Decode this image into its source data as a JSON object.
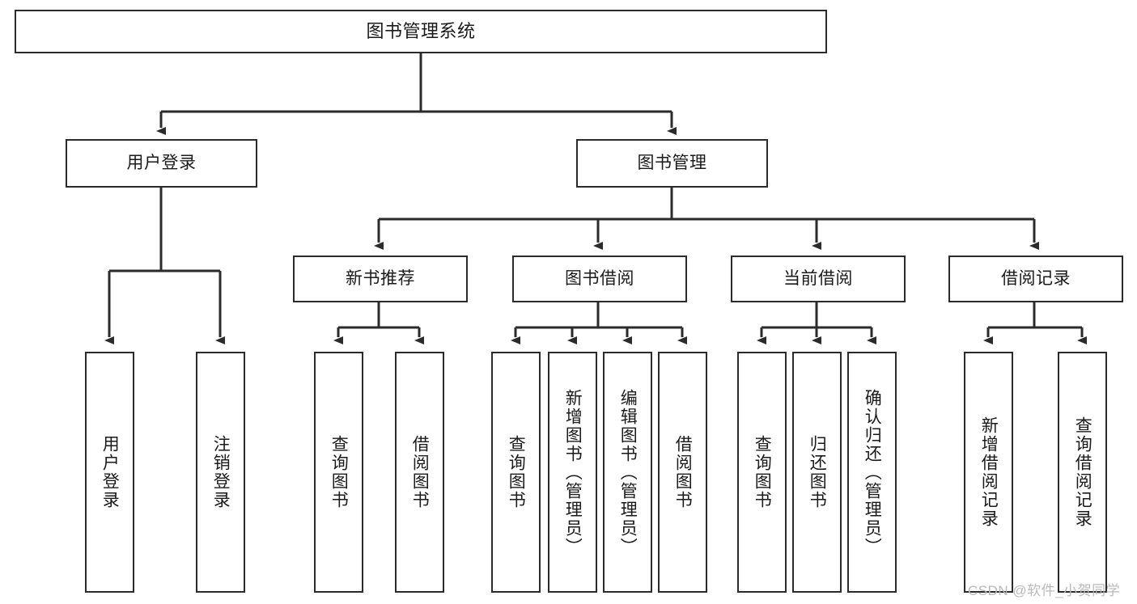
{
  "diagram": {
    "type": "tree-hierarchy-chart",
    "title_node": "图书管理系统",
    "watermark": "CSDN @软件_小贺同学",
    "colors": {
      "background": "#ffffff",
      "node_border": "#2b2b2b",
      "node_fill": "#ffffff",
      "connector": "#2b2b2b",
      "text": "#1a1a1a",
      "watermark": "#b9b9b9"
    },
    "nodes": {
      "root": {
        "label": "图书管理系统",
        "level": 0
      },
      "user_login": {
        "label": "用户登录",
        "level": 1
      },
      "book_manage": {
        "label": "图书管理",
        "level": 1
      },
      "new_book_rec": {
        "label": "新书推荐",
        "level": 2
      },
      "book_borrow": {
        "label": "图书借阅",
        "level": 2
      },
      "current_borrow": {
        "label": "当前借阅",
        "level": 2
      },
      "borrow_record": {
        "label": "借阅记录",
        "level": 2
      },
      "leaf_user_login": {
        "label": "用户登录",
        "level": 2
      },
      "leaf_user_logout": {
        "label": "注销登录",
        "level": 2
      },
      "leaf_query_book_1": {
        "label": "查询图书",
        "level": 3
      },
      "leaf_borrow_book_1": {
        "label": "借阅图书",
        "level": 3
      },
      "leaf_query_book_2": {
        "label": "查询图书",
        "level": 3
      },
      "leaf_add_book": {
        "label": "新增图书（管理员）",
        "level": 3
      },
      "leaf_edit_book": {
        "label": "编辑图书（管理员）",
        "level": 3
      },
      "leaf_borrow_book_2": {
        "label": "借阅图书",
        "level": 3
      },
      "leaf_query_book_3": {
        "label": "查询图书",
        "level": 3
      },
      "leaf_return_book": {
        "label": "归还图书",
        "level": 3
      },
      "leaf_confirm_return": {
        "label": "确认归还（管理员）",
        "level": 3
      },
      "leaf_add_record": {
        "label": "新增借阅记录",
        "level": 3
      },
      "leaf_query_record": {
        "label": "查询借阅记录",
        "level": 3
      }
    },
    "edges": [
      {
        "from": "root",
        "to": "user_login"
      },
      {
        "from": "root",
        "to": "book_manage"
      },
      {
        "from": "user_login",
        "to": "leaf_user_login"
      },
      {
        "from": "user_login",
        "to": "leaf_user_logout"
      },
      {
        "from": "book_manage",
        "to": "new_book_rec"
      },
      {
        "from": "book_manage",
        "to": "book_borrow"
      },
      {
        "from": "book_manage",
        "to": "current_borrow"
      },
      {
        "from": "book_manage",
        "to": "borrow_record"
      },
      {
        "from": "new_book_rec",
        "to": "leaf_query_book_1"
      },
      {
        "from": "new_book_rec",
        "to": "leaf_borrow_book_1"
      },
      {
        "from": "book_borrow",
        "to": "leaf_query_book_2"
      },
      {
        "from": "book_borrow",
        "to": "leaf_add_book"
      },
      {
        "from": "book_borrow",
        "to": "leaf_edit_book"
      },
      {
        "from": "book_borrow",
        "to": "leaf_borrow_book_2"
      },
      {
        "from": "current_borrow",
        "to": "leaf_query_book_3"
      },
      {
        "from": "current_borrow",
        "to": "leaf_return_book"
      },
      {
        "from": "current_borrow",
        "to": "leaf_confirm_return"
      },
      {
        "from": "borrow_record",
        "to": "leaf_add_record"
      },
      {
        "from": "borrow_record",
        "to": "leaf_query_record"
      }
    ]
  }
}
